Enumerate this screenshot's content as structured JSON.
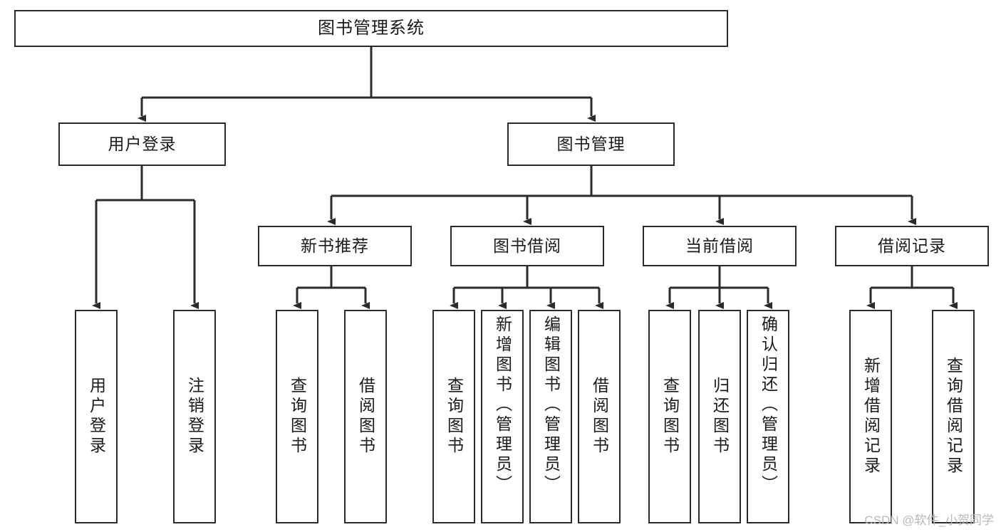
{
  "diagram": {
    "type": "tree-flowchart",
    "title": "图书管理系统",
    "watermark": "CSDN @软件_小贺同学",
    "colors": {
      "stroke": "#2b2b2b",
      "fill": "#ffffff",
      "text": "#1a1a1a",
      "watermark": "#b9b9b9"
    },
    "root": {
      "label": "图书管理系统"
    },
    "level2": [
      {
        "id": "user-login",
        "label": "用户登录"
      },
      {
        "id": "book-manage",
        "label": "图书管理"
      }
    ],
    "level3": [
      {
        "id": "new-book-rec",
        "label": "新书推荐"
      },
      {
        "id": "book-borrow",
        "label": "图书借阅"
      },
      {
        "id": "current-borrow",
        "label": "当前借阅"
      },
      {
        "id": "borrow-record",
        "label": "借阅记录"
      }
    ],
    "leaves": {
      "user-login": [
        {
          "id": "leaf-user-login",
          "label": "用户登录"
        },
        {
          "id": "leaf-user-logout",
          "label": "注销登录"
        }
      ],
      "new-book-rec": [
        {
          "id": "leaf-query-book-1",
          "label": "查询图书"
        },
        {
          "id": "leaf-borrow-book-1",
          "label": "借阅图书"
        }
      ],
      "book-borrow": [
        {
          "id": "leaf-query-book-2",
          "label": "查询图书"
        },
        {
          "id": "leaf-add-book",
          "label": "新增图书（管理员）"
        },
        {
          "id": "leaf-edit-book",
          "label": "编辑图书（管理员）"
        },
        {
          "id": "leaf-borrow-book-2",
          "label": "借阅图书"
        }
      ],
      "current-borrow": [
        {
          "id": "leaf-query-book-3",
          "label": "查询图书"
        },
        {
          "id": "leaf-return-book",
          "label": "归还图书"
        },
        {
          "id": "leaf-confirm-return",
          "label": "确认归还（管理员）"
        }
      ],
      "borrow-record": [
        {
          "id": "leaf-add-record",
          "label": "新增借阅记录"
        },
        {
          "id": "leaf-query-record",
          "label": "查询借阅记录"
        }
      ]
    }
  }
}
